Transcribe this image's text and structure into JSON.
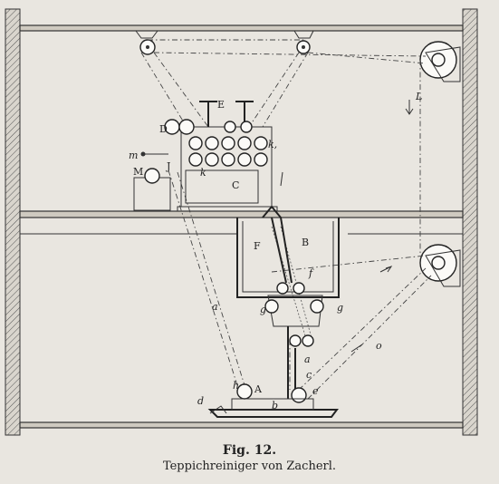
{
  "caption": {
    "figure": "Fig. 12.",
    "subtitle": "Teppichreiniger von Zacherl."
  },
  "labels": {
    "D": "D",
    "E": "E",
    "C": "C",
    "M": "M",
    "F": "F",
    "B": "B",
    "A": "A",
    "b": "b",
    "k1": "k,",
    "k2": "k",
    "J": "J",
    "m": "m",
    "f": "f",
    "g1": "g",
    "g2": "g",
    "a1": "a",
    "a2": "a",
    "c": "c",
    "d": "d",
    "e": "e",
    "o": "o",
    "L": "L",
    "h": "h"
  }
}
